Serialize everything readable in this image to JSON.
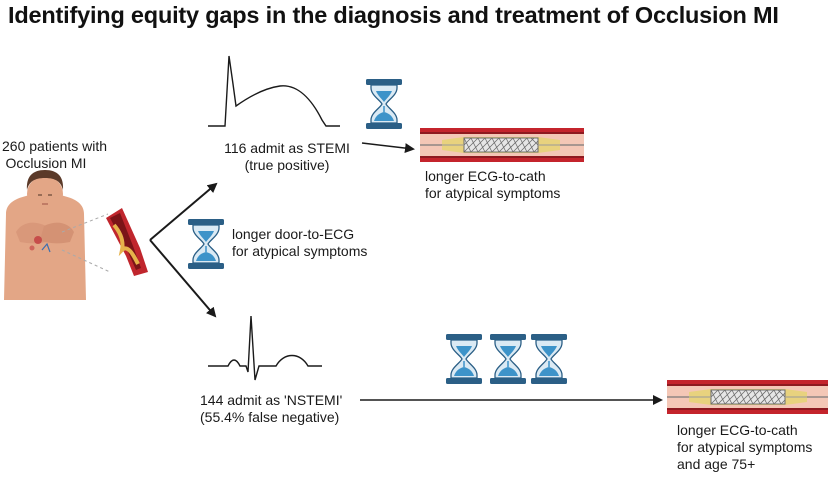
{
  "title": "Identifying equity gaps in the diagnosis and treatment of Occlusion MI",
  "patients": {
    "line1": "260 patients with",
    "line2": "Occlusion MI"
  },
  "door_to_ecg": {
    "line1": "longer door-to-ECG",
    "line2": "for atypical symptoms"
  },
  "stemi": {
    "line1": "116 admit as STEMI",
    "line2": "(true positive)"
  },
  "stemi_outcome": {
    "line1": "longer ECG-to-cath",
    "line2": "for atypical symptoms"
  },
  "nstemi": {
    "line1": "144 admit as 'NSTEMI'",
    "line2": "(55.4% false negative)"
  },
  "nstemi_outcome": {
    "line1": "longer ECG-to-cath",
    "line2": "for atypical symptoms",
    "line3": "and age 75+"
  },
  "colors": {
    "hourglass_frame": "#2b5f86",
    "sand": "#3d93c9",
    "artery": "#b8232b",
    "skin": "#e3a686"
  }
}
